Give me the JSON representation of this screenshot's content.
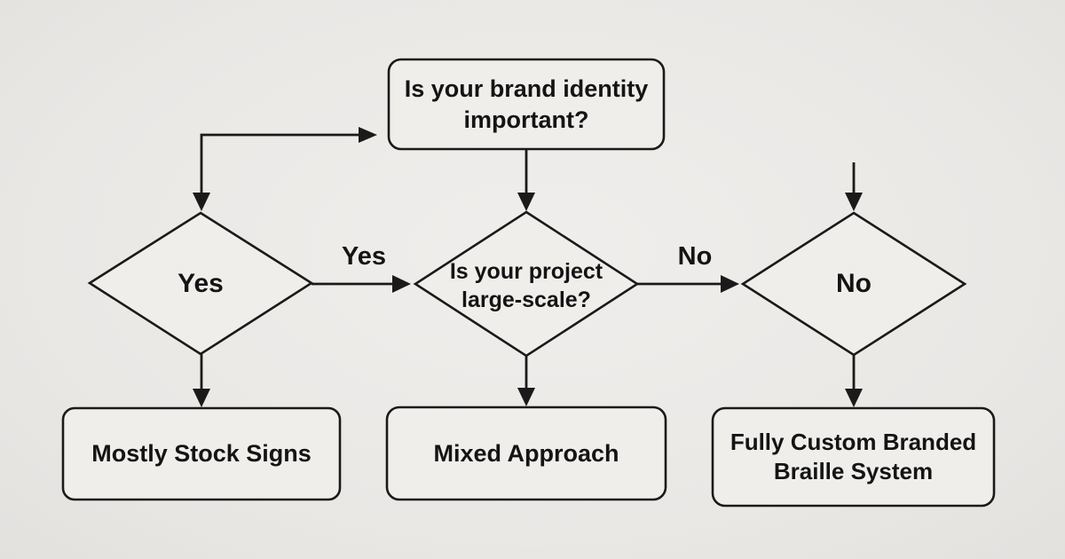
{
  "diagram": {
    "colors": {
      "background": "#eae8e5",
      "node_fill": "#f0eeeb",
      "stroke": "#1a1a1a",
      "text": "#141414"
    },
    "nodes": {
      "question_brand": {
        "type": "rounded-rect",
        "label": "Is your brand identity\nimportant?"
      },
      "decision_yes": {
        "type": "diamond",
        "label": "Yes"
      },
      "question_scale": {
        "type": "diamond",
        "label": "Is your project\nlarge-scale?"
      },
      "decision_no": {
        "type": "diamond",
        "label": "No"
      },
      "outcome_stock": {
        "type": "rounded-rect",
        "label": "Mostly Stock Signs"
      },
      "outcome_mixed": {
        "type": "rounded-rect",
        "label": "Mixed Approach"
      },
      "outcome_custom": {
        "type": "rounded-rect",
        "label": "Fully Custom Branded\nBraille System"
      }
    },
    "edge_labels": {
      "yes": "Yes",
      "no": "No"
    }
  }
}
